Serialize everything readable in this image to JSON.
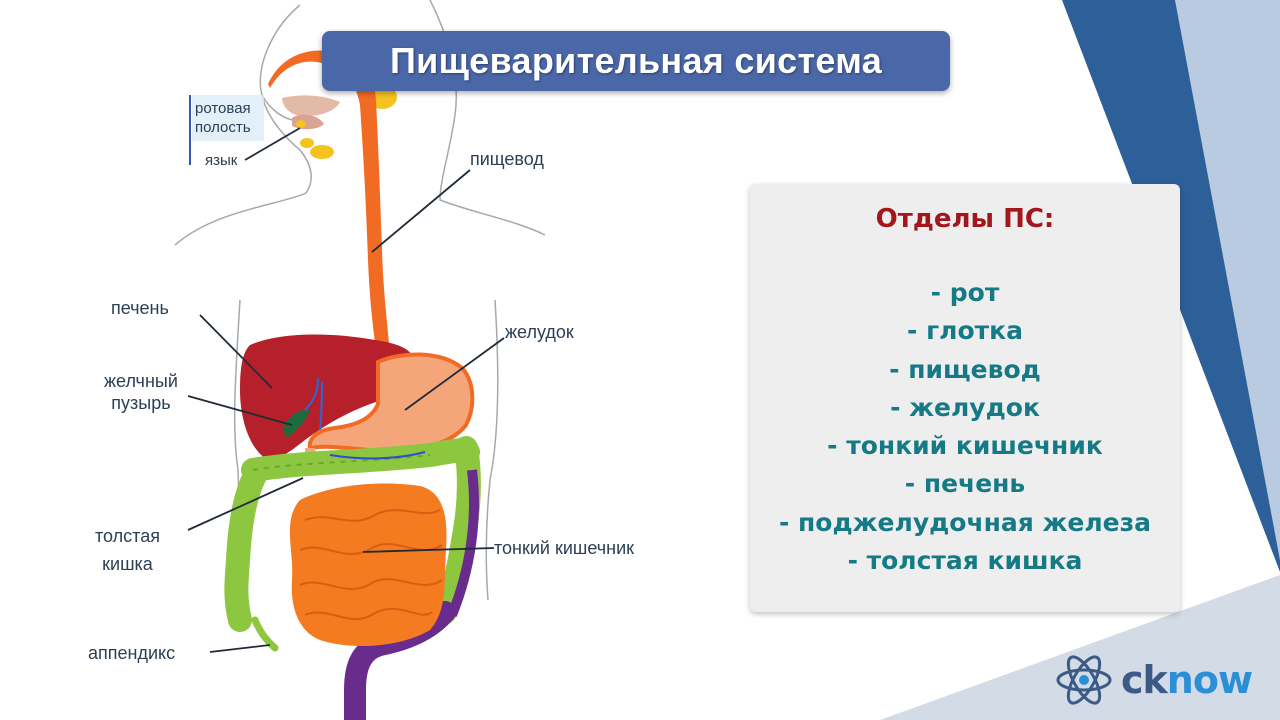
{
  "title": "Пищеварительная система",
  "labels": {
    "oral_cavity_line1": "ротовая",
    "oral_cavity_line2": "полость",
    "tongue": "язык",
    "esophagus": "пищевод",
    "liver": "печень",
    "gallbladder_line1": "желчный",
    "gallbladder_line2": "пузырь",
    "stomach": "желудок",
    "large_intestine_line1": "толстая",
    "large_intestine_line2": "кишка",
    "small_intestine": "тонкий кишечник",
    "appendix": "аппендикс"
  },
  "card": {
    "title": "Отделы ПС:",
    "items": [
      "- рот",
      "- глотка",
      "- пищевод",
      "- желудок",
      "- тонкий кишечник",
      "- печень",
      "- поджелудочная железа",
      "- толстая кишка"
    ]
  },
  "logo": {
    "part1": "ck",
    "part2": "now"
  },
  "colors": {
    "title_bg": "#4a67a8",
    "card_title": "#a3161b",
    "card_items": "#157a86",
    "esophagus": "#f26b24",
    "liver": "#b5202b",
    "stomach": "#f5a57a",
    "small_intestine": "#f47b20",
    "large_intestine": "#8dc63f",
    "rectum": "#6a2c8c",
    "gallbladder": "#1e6b3e"
  }
}
